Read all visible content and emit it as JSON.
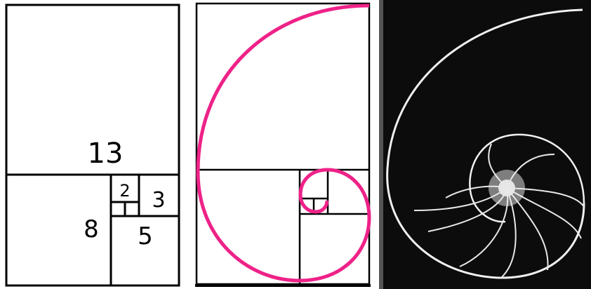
{
  "squares": {
    "labels": {
      "n13": "13",
      "n8": "8",
      "n5": "5",
      "n3": "3",
      "n2": "2"
    }
  },
  "colors": {
    "spiral": "#ee2288",
    "lines": "#000000",
    "shell_background": "#0c0c0c",
    "shell_lines": "#f0f0f0"
  }
}
